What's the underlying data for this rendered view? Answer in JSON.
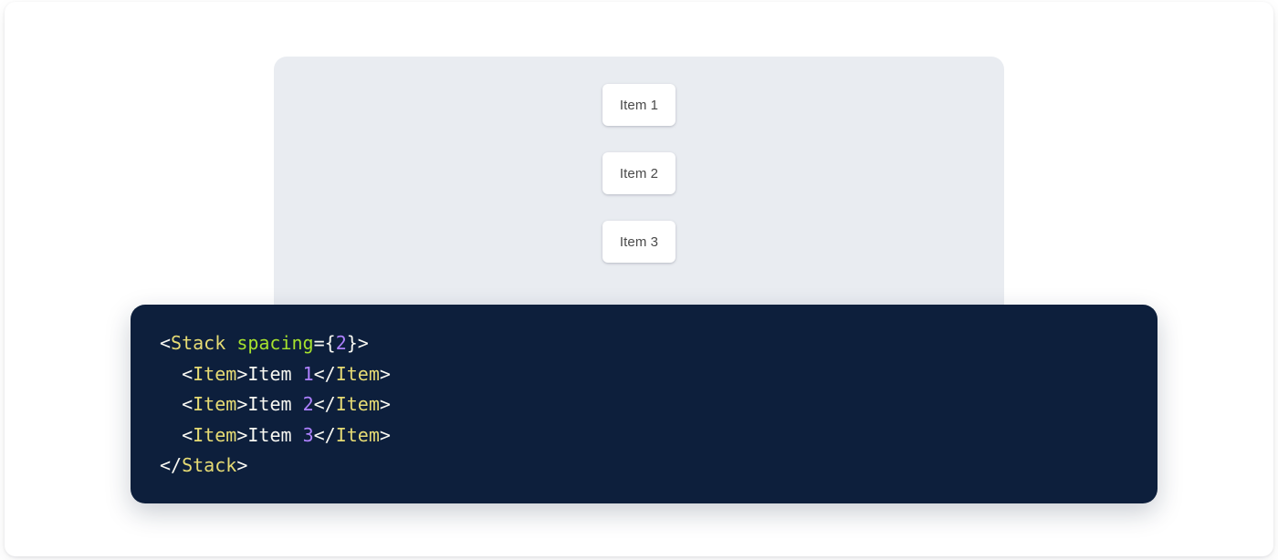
{
  "page": {
    "background_color": "#ffffff",
    "card_background": "#ffffff"
  },
  "preview": {
    "panel_background": "#e9ecf1",
    "items": [
      {
        "label": "Item 1"
      },
      {
        "label": "Item 2"
      },
      {
        "label": "Item 3"
      }
    ]
  },
  "code": {
    "background_color": "#0d1f3c",
    "colors": {
      "tag": "#e6db74",
      "attribute": "#a6e22e",
      "number": "#ae81ff",
      "punctuation": "#f8f8f2",
      "text": "#f8f8f2"
    },
    "lines": [
      {
        "indent": "",
        "tokens": [
          {
            "type": "punct",
            "text": "<"
          },
          {
            "type": "tag",
            "text": "Stack"
          },
          {
            "type": "text",
            "text": " "
          },
          {
            "type": "attr",
            "text": "spacing"
          },
          {
            "type": "eq",
            "text": "="
          },
          {
            "type": "brace",
            "text": "{"
          },
          {
            "type": "num",
            "text": "2"
          },
          {
            "type": "brace",
            "text": "}"
          },
          {
            "type": "punct",
            "text": ">"
          }
        ]
      },
      {
        "indent": "  ",
        "tokens": [
          {
            "type": "punct",
            "text": "<"
          },
          {
            "type": "tag",
            "text": "Item"
          },
          {
            "type": "punct",
            "text": ">"
          },
          {
            "type": "text",
            "text": "Item "
          },
          {
            "type": "num",
            "text": "1"
          },
          {
            "type": "punct",
            "text": "</"
          },
          {
            "type": "tag",
            "text": "Item"
          },
          {
            "type": "punct",
            "text": ">"
          }
        ]
      },
      {
        "indent": "  ",
        "tokens": [
          {
            "type": "punct",
            "text": "<"
          },
          {
            "type": "tag",
            "text": "Item"
          },
          {
            "type": "punct",
            "text": ">"
          },
          {
            "type": "text",
            "text": "Item "
          },
          {
            "type": "num",
            "text": "2"
          },
          {
            "type": "punct",
            "text": "</"
          },
          {
            "type": "tag",
            "text": "Item"
          },
          {
            "type": "punct",
            "text": ">"
          }
        ]
      },
      {
        "indent": "  ",
        "tokens": [
          {
            "type": "punct",
            "text": "<"
          },
          {
            "type": "tag",
            "text": "Item"
          },
          {
            "type": "punct",
            "text": ">"
          },
          {
            "type": "text",
            "text": "Item "
          },
          {
            "type": "num",
            "text": "3"
          },
          {
            "type": "punct",
            "text": "</"
          },
          {
            "type": "tag",
            "text": "Item"
          },
          {
            "type": "punct",
            "text": ">"
          }
        ]
      },
      {
        "indent": "",
        "tokens": [
          {
            "type": "punct",
            "text": "</"
          },
          {
            "type": "tag",
            "text": "Stack"
          },
          {
            "type": "punct",
            "text": ">"
          }
        ]
      }
    ]
  }
}
